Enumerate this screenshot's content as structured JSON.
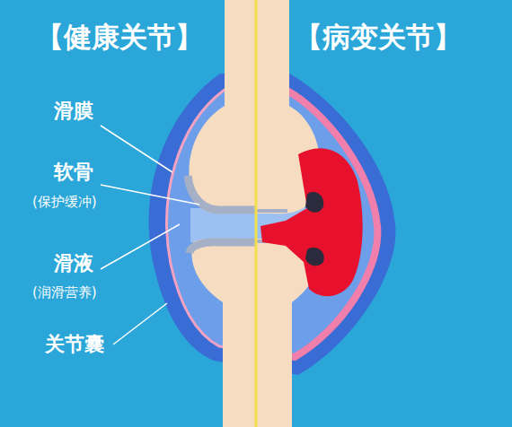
{
  "diagram": {
    "labels": [
      "【健康关节】",
      "【病变关节】",
      "滑膜",
      "软骨",
      "(保护缓冲)",
      "滑液",
      "(润滑营养)",
      "关节囊"
    ]
  }
}
